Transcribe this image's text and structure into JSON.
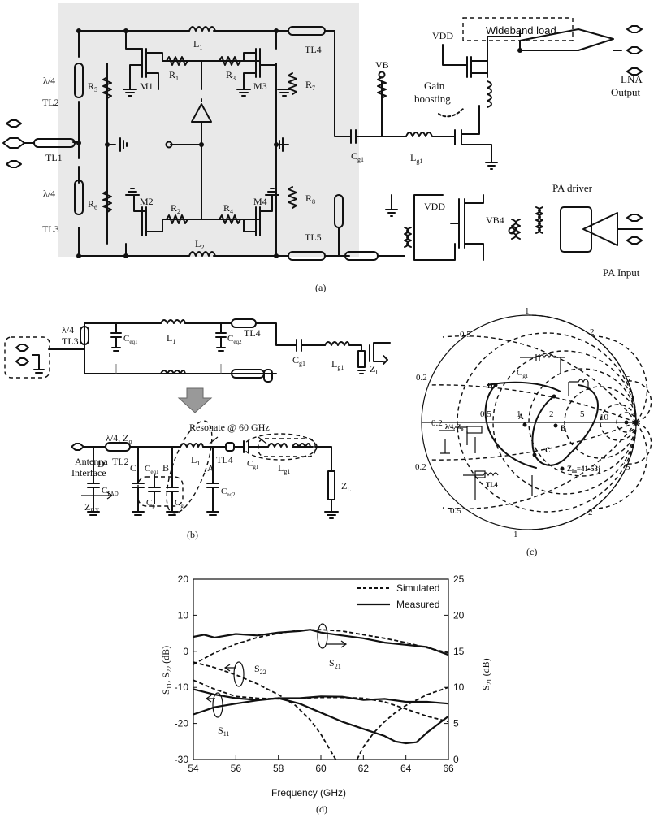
{
  "labels": {
    "panel_a": "(a)",
    "panel_b": "(b)",
    "panel_c": "(c)",
    "panel_d": "(d)",
    "lambda4": "λ/4",
    "tl1": "TL1",
    "tl2": "TL2",
    "tl3": "TL3",
    "tl4": "TL4",
    "tl5": "TL5",
    "l1": "L",
    "l1_sub": "1",
    "l2": "L",
    "l2_sub": "2",
    "r1": "R",
    "r1_sub": "1",
    "r2": "R",
    "r2_sub": "2",
    "r3": "R",
    "r3_sub": "3",
    "r4": "R",
    "r4_sub": "4",
    "r5": "R",
    "r5_sub": "5",
    "r6": "R",
    "r6_sub": "6",
    "r7": "R",
    "r7_sub": "7",
    "r8": "R",
    "r8_sub": "8",
    "m1": "M1",
    "m2": "M2",
    "m3": "M3",
    "m4": "M4",
    "vb": "VB",
    "cg1": "C",
    "cg1_sub": "g1",
    "lg1": "L",
    "lg1_sub": "g1",
    "vdd": "VDD",
    "wideband_load": "Wideband load",
    "gain_boosting": "Gain\nboosting",
    "lna_output": "LNA\nOutput",
    "pa_driver": "PA driver",
    "vdd2": "VDD",
    "vb4": "VB4",
    "pa_input": "PA Input",
    "b_lambda4": "λ/4",
    "b_tl3": "TL3",
    "b_ceq1": "C",
    "b_ceq1_sub": "eq1",
    "b_l1": "L",
    "b_l1_sub": "1",
    "b_ceq2": "C",
    "b_ceq2_sub": "eq2",
    "b_tl4": "TL4",
    "b_cg1": "C",
    "b_cg1_sub": "g1",
    "b_lg1": "L",
    "b_lg1_sub": "g1",
    "b_zl": "Z",
    "b_zl_sub": "L",
    "resonate": "Resonate @ 60 GHz",
    "lambda4_zo": "λ/4, Z",
    "zo_sub": "o",
    "antenna_interface": "Antenna\nInterface",
    "node_d": "D",
    "node_c": "C",
    "node_b": "B",
    "node_a": "A",
    "b2_tl2": "TL2",
    "b2_tl4": "TL4",
    "cpad": "C",
    "cpad_sub": "PAD",
    "zrx": "Z",
    "zrx_sub": "RX",
    "cp": "C",
    "cp_sub": "p",
    "cg": "C",
    "cg_sub": "g",
    "smith_r_labels": [
      "0.2",
      "0.5",
      "1",
      "2",
      "5",
      "10"
    ],
    "smith_x_top": [
      "0.2",
      "0.5",
      "1",
      "2",
      "5"
    ],
    "smith_x_bottom": [
      "0.2",
      "0.5",
      "1",
      "2",
      "5"
    ],
    "smith_pts": [
      "D",
      "C",
      "B",
      "A"
    ],
    "smith_zin": "Z",
    "smith_zin_val": "=41-53j"
  },
  "chart_data": {
    "type": "line",
    "xlabel": "Frequency (GHz)",
    "ylabel_left": "S11, S22 (dB)",
    "ylabel_right": "S21 (dB)",
    "xlim": [
      54,
      66
    ],
    "ylim_left": [
      -30,
      20
    ],
    "ylim_right": [
      0,
      25
    ],
    "x_ticks": [
      "54",
      "56",
      "58",
      "60",
      "62",
      "64",
      "66"
    ],
    "y_left_ticks": [
      "20",
      "10",
      "0",
      "-10",
      "-20",
      "-30"
    ],
    "y_right_ticks": [
      "25",
      "20",
      "15",
      "10",
      "5",
      "0"
    ],
    "legend": [
      {
        "name": "Simulated",
        "style": "dashed"
      },
      {
        "name": "Measured",
        "style": "solid"
      }
    ],
    "annotations": [
      {
        "text": "S",
        "sub": "21"
      },
      {
        "text": "S",
        "sub": "22"
      },
      {
        "text": "S",
        "sub": "11"
      }
    ],
    "series": [
      {
        "name": "S21 Simulated",
        "axis": "right",
        "style": "dashed",
        "x": [
          54,
          55,
          56,
          57,
          58,
          59,
          60,
          61,
          62,
          63,
          64,
          65,
          66
        ],
        "y": [
          13.2,
          14.8,
          16.0,
          16.9,
          17.5,
          17.9,
          18.0,
          17.8,
          17.3,
          16.8,
          16.2,
          15.5,
          14.8
        ]
      },
      {
        "name": "S21 Measured",
        "axis": "right",
        "style": "solid",
        "x": [
          54,
          54.5,
          55,
          56,
          57,
          58,
          59,
          59.5,
          60,
          61,
          62,
          63,
          64,
          65,
          66
        ],
        "y": [
          17.0,
          17.3,
          16.9,
          17.4,
          17.2,
          17.6,
          17.8,
          18.0,
          17.6,
          17.2,
          16.8,
          16.2,
          15.9,
          15.6,
          14.5
        ]
      },
      {
        "name": "S11 Simulated",
        "axis": "left",
        "style": "dashed",
        "x": [
          54,
          55,
          56,
          57,
          58,
          59,
          60,
          61,
          62,
          63,
          64,
          65,
          66
        ],
        "y": [
          -8.0,
          -10.5,
          -12.5,
          -13.0,
          -13.2,
          -13.0,
          -12.8,
          -12.8,
          -13.0,
          -14.0,
          -16.0,
          -18.0,
          -19.5
        ]
      },
      {
        "name": "S11 Measured",
        "axis": "left",
        "style": "solid",
        "x": [
          54,
          55,
          56,
          57,
          58,
          59,
          60,
          61,
          62,
          63,
          63.5,
          64,
          64.5,
          65,
          66
        ],
        "y": [
          -17.5,
          -15.5,
          -14.5,
          -13.6,
          -13.0,
          -14.5,
          -17.0,
          -19.5,
          -21.5,
          -23.5,
          -25.0,
          -25.5,
          -25.2,
          -22.5,
          -18.0
        ]
      },
      {
        "name": "S22 Simulated",
        "axis": "left",
        "style": "dashed",
        "x": [
          54,
          55,
          56,
          57,
          58,
          58.8,
          59.5,
          60,
          60.4,
          60.7
        ],
        "y": [
          -3.0,
          -4.5,
          -6.5,
          -9.0,
          -12.0,
          -15.0,
          -19.0,
          -23.0,
          -27.0,
          -30.0
        ]
      },
      {
        "name": "S22 Simulated (upper band)",
        "axis": "left",
        "style": "dashed",
        "x": [
          61.7,
          62,
          62.5,
          63,
          63.5,
          64,
          65,
          66
        ],
        "y": [
          -30.0,
          -26.5,
          -22.5,
          -19.5,
          -17.0,
          -15.0,
          -12.0,
          -10.0
        ]
      },
      {
        "name": "S22 Measured",
        "axis": "left",
        "style": "solid",
        "x": [
          54,
          55,
          56,
          57,
          58,
          59,
          60,
          61,
          62,
          63,
          64,
          65,
          66
        ],
        "y": [
          -10.5,
          -12.0,
          -13.0,
          -13.5,
          -13.0,
          -13.0,
          -12.5,
          -12.6,
          -13.5,
          -13.2,
          -14.0,
          -14.0,
          -14.5
        ]
      }
    ]
  }
}
